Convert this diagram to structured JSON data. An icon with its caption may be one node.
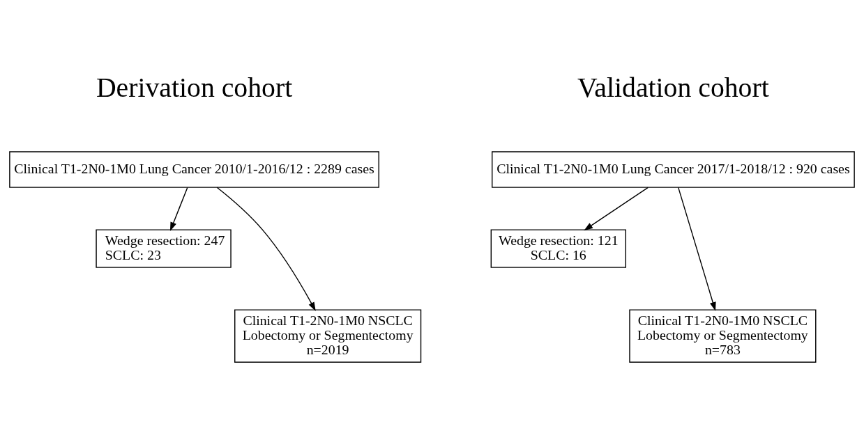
{
  "diagram": {
    "nodes": [
      {
        "text": [
          "Clinical T1-2N0-1M0 Lung Cancer 2010/1-2016/12 : 2289 cases"
        ]
      },
      {
        "text": [
          "Wedge resection: 247 SCLC: 23"
        ]
      },
      {
        "text": [
          "Clinical T1-2N0-1M0 NSCLC Lobectomy or Segmentectomy n=2019"
        ]
      },
      {
        "text": [
          "Clinical T1-2N0-1M0 Lung Cancer 2017/1-2018/12 : 920 cases"
        ]
      },
      {
        "text": [
          "Wedge resection: 121 SCLC: 16"
        ]
      },
      {
        "text": [
          "Clinical T1-2N0-1M0 NSCLC Lobectomy or Segmentectomy n=783"
        ]
      }
    ],
    "edges": [
      {
        "from": 0,
        "to": 2,
        "arrow": "to"
      },
      {
        "from": 0,
        "to": 1,
        "arrow": "to"
      },
      {
        "from": 3,
        "to": 5,
        "arrow": "to"
      },
      {
        "from": 3,
        "to": 4,
        "arrow": "to"
      }
    ],
    "labels": [
      "Derivation cohort",
      "Validation cohort"
    ]
  }
}
